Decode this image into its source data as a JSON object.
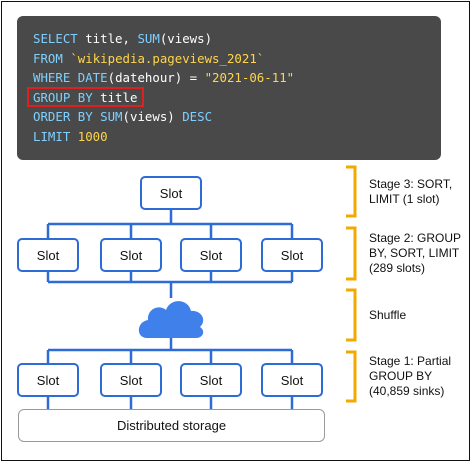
{
  "sql": {
    "lines": [
      [
        {
          "t": "kw",
          "v": "SELECT "
        },
        {
          "t": "tx",
          "v": "title, "
        },
        {
          "t": "kw",
          "v": "SUM"
        },
        {
          "t": "tx",
          "v": "(views)"
        }
      ],
      [
        {
          "t": "kw",
          "v": "FROM "
        },
        {
          "t": "str",
          "v": "`wikipedia.pageviews_2021`"
        }
      ],
      [
        {
          "t": "kw",
          "v": "WHERE "
        },
        {
          "t": "kw",
          "v": "DATE"
        },
        {
          "t": "tx",
          "v": "(datehour) = "
        },
        {
          "t": "str",
          "v": "\"2021-06-11\""
        }
      ],
      [
        {
          "t": "kw",
          "v": "GROUP BY "
        },
        {
          "t": "tx",
          "v": "title"
        }
      ],
      [
        {
          "t": "kw",
          "v": "ORDER BY "
        },
        {
          "t": "kw",
          "v": "SUM"
        },
        {
          "t": "tx",
          "v": "(views) "
        },
        {
          "t": "kw",
          "v": "DESC"
        }
      ],
      [
        {
          "t": "kw",
          "v": "LIMIT "
        },
        {
          "t": "num",
          "v": "1000"
        }
      ]
    ],
    "highlighted_line": "GROUP BY title"
  },
  "slot_label": "Slot",
  "storage_label": "Distributed storage",
  "stages": [
    {
      "id": "stage-3",
      "text": "Stage 3: SORT,\nLIMIT (1 slot)"
    },
    {
      "id": "stage-2",
      "text": "Stage 2: GROUP\nBY, SORT, LIMIT\n(289 slots)"
    },
    {
      "id": "shuffle",
      "text": "Shuffle"
    },
    {
      "id": "stage-1",
      "text": "Stage 1: Partial\nGROUP BY\n(40,859 sinks)"
    }
  ],
  "icons": {
    "shuffle": "cloud-icon"
  },
  "colors": {
    "code_bg": "#494949",
    "keyword": "#7fd0ff",
    "literal": "#ffd54a",
    "highlight": "#e02020",
    "slot_border": "#2d6bd6",
    "bracket": "#f2a900"
  }
}
